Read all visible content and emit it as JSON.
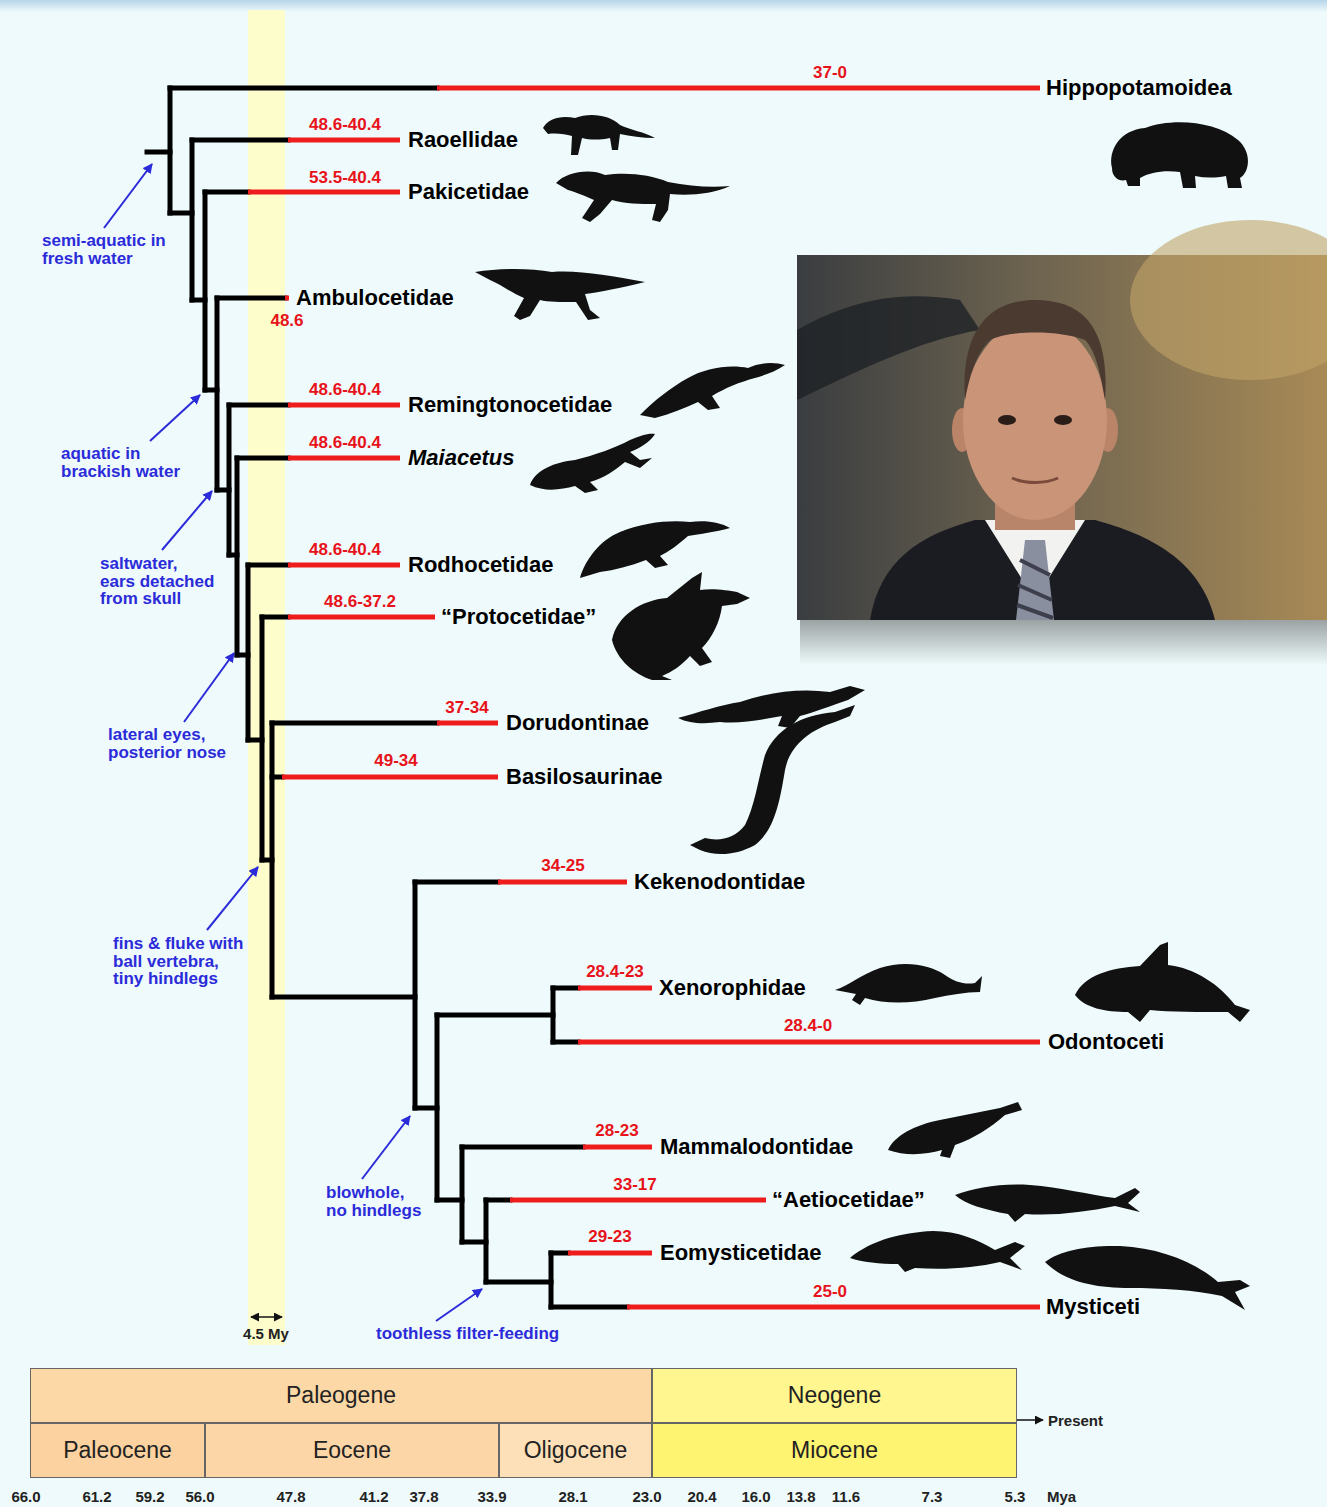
{
  "diagram": {
    "nodes": [
      {
        "text": [
          "Paleogene"
        ]
      },
      {
        "text": [
          "Neogene"
        ]
      },
      {
        "text": [
          "Paleocene"
        ]
      },
      {
        "text": [
          "Eocene"
        ]
      },
      {
        "text": [
          "Oligocene"
        ]
      },
      {
        "text": [
          "Miocene"
        ]
      }
    ],
    "labels": [
      "37-0",
      "Hippopotamoidea",
      "48.6-40.4",
      "Raoellidae",
      "53.5-40.4",
      "Pakicetidae",
      "semi-aquatic in fresh water",
      "Ambulocetidae",
      "48.6",
      "48.6-40.4",
      "Remingtonocetidae",
      "aquatic in brackish water",
      "48.6-40.4",
      "Maiacetus",
      "saltwater, ears detached from skull",
      "48.6-40.4",
      "Rodhocetidae",
      "48.6-37.2",
      "“Protocetidae”",
      "37-34",
      "Dorudontinae",
      "lateral eyes, posterior nose",
      "49-34",
      "Basilosaurinae",
      "34-25",
      "Kekenodontidae",
      "fins & fluke with ball vertebra, tiny hindlegs",
      "28.4-23",
      "Xenorophidae",
      "28.4-0",
      "Odontoceti",
      "28-23",
      "Mammalodontidae",
      "blowhole, no hindlegs",
      "33-17",
      "“Aetiocetidae”",
      "29-23",
      "Eomysticetidae",
      "toothless filter-feeding",
      "25-0",
      "Mysticeti",
      "4.5 My",
      "Present",
      "66.0",
      "61.2",
      "59.2",
      "56.0",
      "47.8",
      "41.2",
      "37.8",
      "33.9",
      "28.1",
      "23.0",
      "20.4",
      "16.0",
      "13.8",
      "11.6",
      "7.3",
      "5.3",
      "Mya"
    ]
  }
}
